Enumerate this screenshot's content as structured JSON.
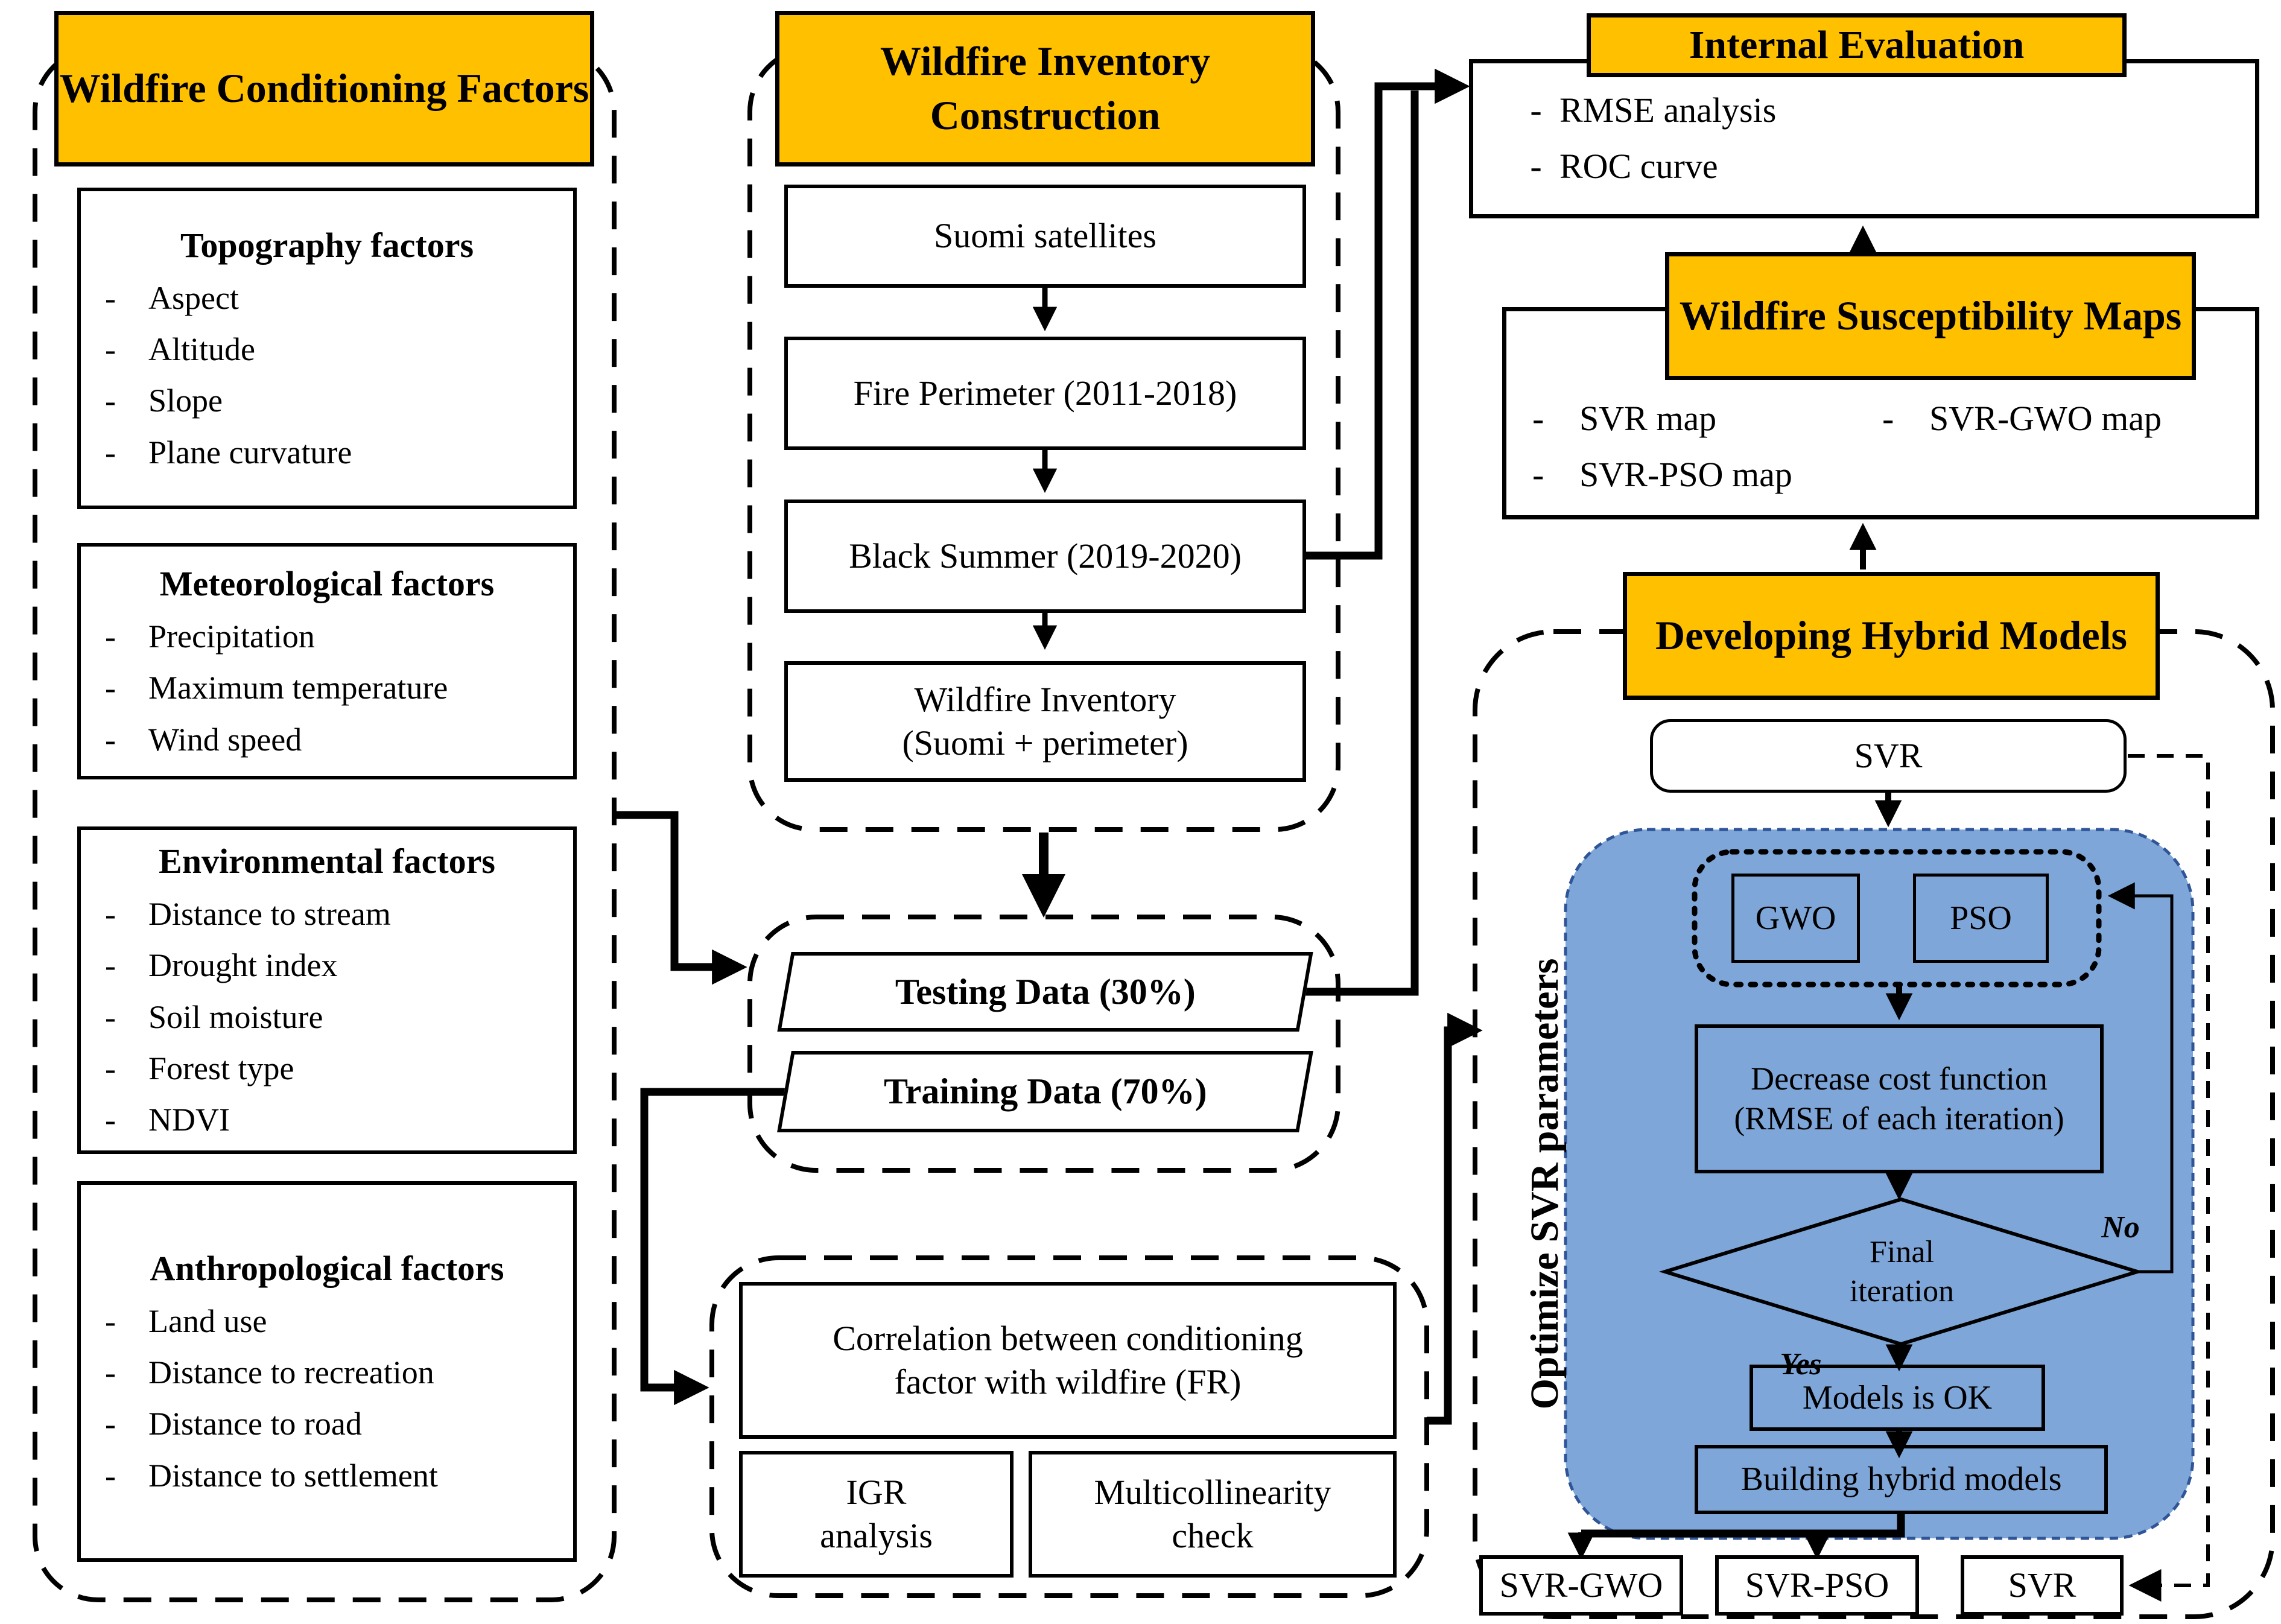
{
  "colors": {
    "accent": "#FFC000",
    "panel_blue": "#7EA6D9",
    "panel_blue_border": "#2F5597"
  },
  "left": {
    "header": "Wildfire Conditioning Factors",
    "boxes": [
      {
        "title": "Topography factors",
        "items": [
          "Aspect",
          "Altitude",
          "Slope",
          "Plane curvature"
        ]
      },
      {
        "title": "Meteorological factors",
        "items": [
          "Precipitation",
          "Maximum temperature",
          "Wind speed"
        ]
      },
      {
        "title": "Environmental factors",
        "items": [
          "Distance to stream",
          "Drought index",
          "Soil moisture",
          "Forest type",
          "NDVI"
        ]
      },
      {
        "title": "Anthropological factors",
        "items": [
          "Land use",
          "Distance to recreation",
          "Distance to road",
          "Distance to settlement"
        ]
      }
    ]
  },
  "inventory": {
    "header": "Wildfire Inventory Construction",
    "steps": [
      "Suomi satellites",
      "Fire Perimeter (2011-2018)",
      "Black Summer (2019-2020)"
    ],
    "final_line1": "Wildfire Inventory",
    "final_line2": "(Suomi + perimeter)"
  },
  "data_split": {
    "testing": "Testing Data (30%)",
    "training": "Training Data (70%)"
  },
  "correlation": {
    "main_line1": "Correlation between conditioning",
    "main_line2": "factor with wildfire (FR)",
    "igr_line1": "IGR",
    "igr_line2": "analysis",
    "multi_line1": "Multicollinearity",
    "multi_line2": "check"
  },
  "evaluation": {
    "header": "Internal Evaluation",
    "items": [
      "RMSE analysis",
      "ROC curve"
    ]
  },
  "maps": {
    "header": "Wildfire Susceptibility Maps",
    "left_items": [
      "SVR map",
      "SVR-PSO map"
    ],
    "right_items": [
      "SVR-GWO map"
    ]
  },
  "hybrid": {
    "header": "Developing Hybrid Models",
    "svr_input": "SVR",
    "optimize_label": "Optimize SVR parameters",
    "gwo": "GWO",
    "pso": "PSO",
    "decrease_line1": "Decrease cost function",
    "decrease_line2": "(RMSE of each iteration)",
    "diamond_line1": "Final",
    "diamond_line2": "iteration",
    "yes": "Yes",
    "no": "No",
    "models_ok": "Models is OK",
    "building": "Building hybrid models",
    "outputs": [
      "SVR-GWO",
      "SVR-PSO",
      "SVR"
    ]
  }
}
